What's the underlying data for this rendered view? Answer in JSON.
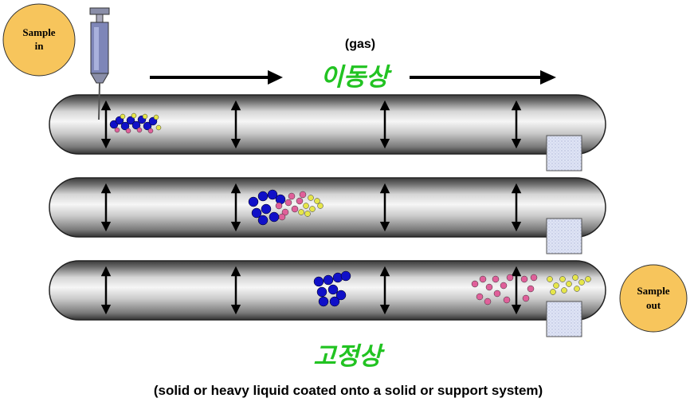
{
  "sample_in": {
    "line1": "Sample",
    "line2": "in"
  },
  "sample_out": {
    "line1": "Sample",
    "line2": "out"
  },
  "mobile_phase": {
    "note": "(gas)",
    "label": "이동상"
  },
  "stationary_phase": {
    "label": "고정상",
    "caption": "(solid or heavy liquid coated onto a solid or support system)"
  },
  "colors": {
    "phase_label": "#22c322",
    "sample_circle": "#f7c55c",
    "tube_dark": "#3a3a3a",
    "blue_dot": "#1010c8",
    "pink_dot": "#e0609a",
    "yellow_dot": "#e6e64a",
    "detector_box": "#d8def0"
  },
  "icons": [
    "syringe-icon",
    "flow-arrow-icon",
    "double-arrow-icon",
    "detector-box-icon"
  ]
}
